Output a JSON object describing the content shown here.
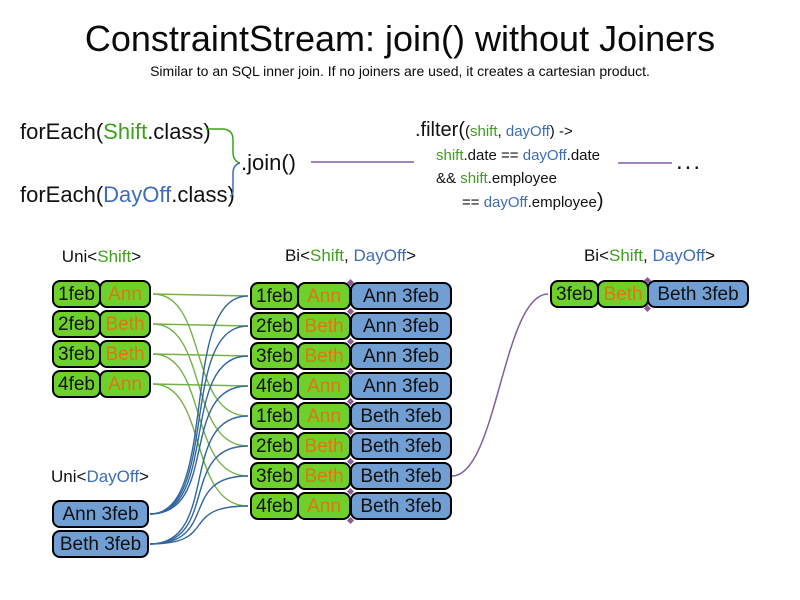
{
  "title": "ConstraintStream: join() without Joiners",
  "subtitle": "Similar to an SQL inner join. If no joiners are used, it creates a cartesian product.",
  "code": {
    "foreach_shift": {
      "prefix": "forEach(",
      "type": "Shift",
      "suffix": ".class)"
    },
    "foreach_dayoff": {
      "prefix": "forEach(",
      "type": "DayOff",
      "suffix": ".class)"
    },
    "join_label": ".join()",
    "filter": {
      "open_big": ".filter(",
      "open_small": "(",
      "param1": "shift",
      "comma": ", ",
      "param2": "dayOff",
      "params_close": ") ->",
      "line2": {
        "t1": "shift",
        "t2": ".date == ",
        "t3": "dayOff",
        "t4": ".date"
      },
      "line3": {
        "t1": "&& ",
        "t2": "shift",
        "t3": ".employee"
      },
      "line4": {
        "t1": "== ",
        "t2": "dayOff",
        "t3": ".employee",
        "t4_big": ")"
      }
    },
    "ellipsis": "..."
  },
  "uni_shift": {
    "label": {
      "prefix": "Uni<",
      "type": "Shift",
      "suffix": ">"
    },
    "rows": [
      {
        "date": "1feb",
        "employee": "Ann"
      },
      {
        "date": "2feb",
        "employee": "Beth"
      },
      {
        "date": "3feb",
        "employee": "Beth"
      },
      {
        "date": "4feb",
        "employee": "Ann"
      }
    ]
  },
  "uni_dayoff": {
    "label": {
      "prefix": "Uni<",
      "type": "DayOff",
      "suffix": ">"
    },
    "rows": [
      {
        "text": "Ann 3feb"
      },
      {
        "text": "Beth 3feb"
      }
    ]
  },
  "bi_full": {
    "label": {
      "prefix": "Bi<",
      "type1": "Shift",
      "comma": ", ",
      "type2": "DayOff",
      "suffix": ">"
    },
    "rows": [
      {
        "date": "1feb",
        "employee": "Ann",
        "dayoff": "Ann 3feb"
      },
      {
        "date": "2feb",
        "employee": "Beth",
        "dayoff": "Ann 3feb"
      },
      {
        "date": "3feb",
        "employee": "Beth",
        "dayoff": "Ann 3feb"
      },
      {
        "date": "4feb",
        "employee": "Ann",
        "dayoff": "Ann 3feb"
      },
      {
        "date": "1feb",
        "employee": "Ann",
        "dayoff": "Beth 3feb"
      },
      {
        "date": "2feb",
        "employee": "Beth",
        "dayoff": "Beth 3feb"
      },
      {
        "date": "3feb",
        "employee": "Beth",
        "dayoff": "Beth 3feb"
      },
      {
        "date": "4feb",
        "employee": "Ann",
        "dayoff": "Beth 3feb"
      }
    ]
  },
  "bi_result": {
    "label": {
      "prefix": "Bi<",
      "type1": "Shift",
      "comma": ", ",
      "type2": "DayOff",
      "suffix": ">"
    },
    "rows": [
      {
        "date": "3feb",
        "employee": "Beth",
        "dayoff": "Beth 3feb"
      }
    ]
  },
  "connections": {
    "shift_to_bi": [
      [
        0,
        0
      ],
      [
        0,
        4
      ],
      [
        1,
        1
      ],
      [
        1,
        5
      ],
      [
        2,
        2
      ],
      [
        2,
        6
      ],
      [
        3,
        3
      ],
      [
        3,
        7
      ]
    ],
    "dayoff_to_bi": [
      [
        0,
        0
      ],
      [
        0,
        1
      ],
      [
        0,
        2
      ],
      [
        0,
        3
      ],
      [
        1,
        4
      ],
      [
        1,
        5
      ],
      [
        1,
        6
      ],
      [
        1,
        7
      ]
    ],
    "bi_to_result": [
      [
        6,
        0
      ]
    ]
  },
  "colors": {
    "code_green": "#3da01e",
    "code_blue": "#3e6db5",
    "box_green": "#6ed02b",
    "box_blue": "#719fd4",
    "employee_orange": "#e0760f",
    "line_green": "#76b247",
    "line_blue": "#31669e",
    "join_purple": "#7e5fa5",
    "anchor_purple": "#8d5a96"
  }
}
